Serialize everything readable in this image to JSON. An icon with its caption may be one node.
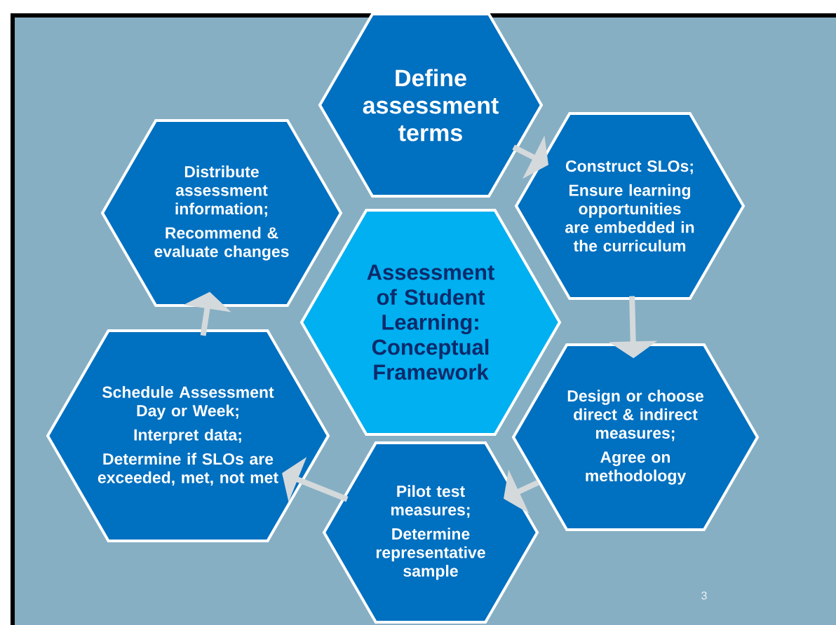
{
  "diagram": {
    "nodes": [
      {
        "text": [
          "Define assessment terms"
        ]
      },
      {
        "text": [
          "Distribute assessment information;",
          "Recommend & evaluate changes"
        ]
      },
      {
        "text": [
          "Construct SLOs;",
          "Ensure learning opportunities are embedded in the curriculum"
        ]
      },
      {
        "text": [
          "Assessment of Student Learning: Conceptual Framework"
        ]
      },
      {
        "text": [
          "Schedule Assessment Day or Week;",
          "Interpret data;",
          "Determine if SLOs are exceeded, met, not met"
        ]
      },
      {
        "text": [
          "Design or choose direct & indirect measures;",
          "Agree on methodology"
        ]
      },
      {
        "text": [
          "Pilot test measures;",
          "Determine representative sample"
        ]
      }
    ],
    "edges": [
      {
        "from": 0,
        "to": 2,
        "arrow": "to"
      },
      {
        "from": 2,
        "to": 5,
        "arrow": "to"
      },
      {
        "from": 5,
        "to": 6,
        "arrow": "to"
      },
      {
        "from": 6,
        "to": 4,
        "arrow": "to"
      },
      {
        "from": 4,
        "to": 1,
        "arrow": "to"
      }
    ],
    "labels": [
      "3"
    ]
  }
}
